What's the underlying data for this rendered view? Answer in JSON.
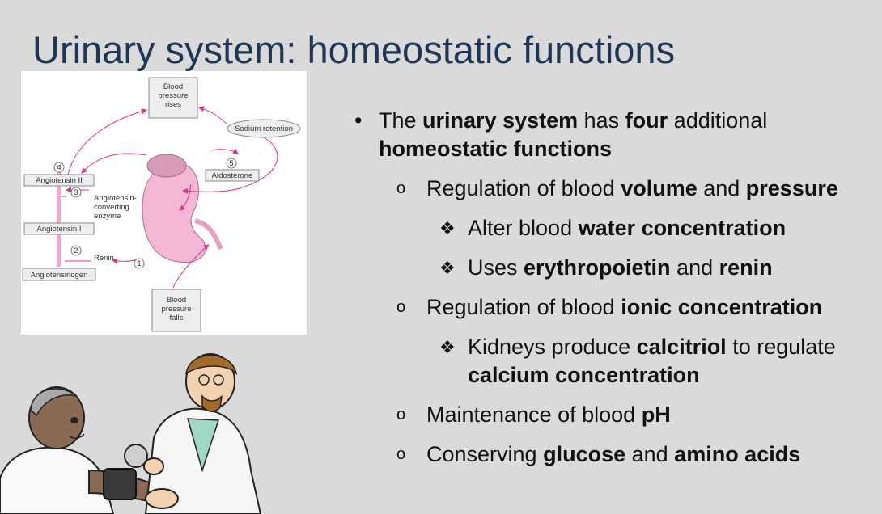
{
  "slide": {
    "title": "Urinary system: homeostatic functions"
  },
  "diagram": {
    "bp_rises": [
      "Blood",
      "pressure",
      "rises"
    ],
    "bp_falls": [
      "Blood",
      "pressure",
      "falls"
    ],
    "sodium_retention": "Sodium retention",
    "aldosterone": "Aldosterone",
    "angiotensin_2": "Angiotensin II",
    "angiotensin_1": "Angiotensin I",
    "angiotensinogen": "Angiotensinogen",
    "ace": [
      "Angiotensin-",
      "converting",
      "enzyme"
    ],
    "renin": "Renin",
    "steps": [
      "1",
      "2",
      "3",
      "4",
      "5"
    ]
  },
  "bullets": {
    "b1": {
      "t1": "The ",
      "t2": "urinary system",
      "t3": " has ",
      "t4": "four",
      "t5": " additional",
      "t6": "homeostatic functions"
    },
    "s1": {
      "t1": "Regulation of blood ",
      "t2": "volume",
      "t3": " and ",
      "t4": "pressure"
    },
    "s1a": {
      "t1": "Alter blood ",
      "t2": "water concentration"
    },
    "s1b": {
      "t1": "Uses ",
      "t2": "erythropoietin",
      "t3": " and ",
      "t4": "renin"
    },
    "s2": {
      "t1": "Regulation of blood ",
      "t2": "ionic concentration"
    },
    "s2a": {
      "t1": "Kidneys produce ",
      "t2": "calcitriol",
      "t3": " to regulate",
      "t4": "calcium concentration"
    },
    "s3": {
      "t1": "Maintenance of blood ",
      "t2": "pH"
    },
    "s4": {
      "t1": "Conserving ",
      "t2": "glucose",
      "t3": " and ",
      "t4": "amino acids"
    }
  },
  "markers": {
    "l1": "•",
    "l2": "o",
    "l3": "❖"
  },
  "colors": {
    "title": "#1f3756",
    "arrow": "#e0308a",
    "kidney": "#f4b8d6",
    "background": "#dadada"
  }
}
